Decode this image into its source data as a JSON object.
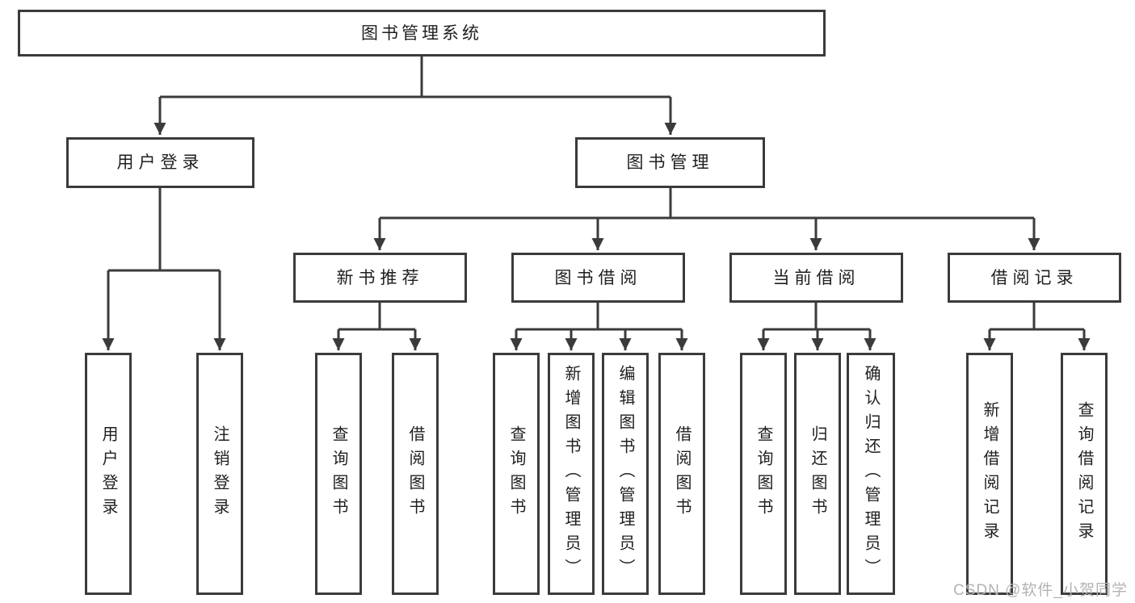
{
  "page": {
    "watermark": "CSDN @软件_小贺同学"
  },
  "colors": {
    "line": "#3b3b3b",
    "text": "#1f1f1f",
    "watermark": "#b3b3b3",
    "background": "#ffffff"
  },
  "tree": {
    "root": {
      "label": "图书管理系统"
    },
    "branches": [
      {
        "label": "用户登录",
        "children": [
          {
            "label": "用户登录"
          },
          {
            "label": "注销登录"
          }
        ]
      },
      {
        "label": "图书管理",
        "children": [
          {
            "label": "新书推荐",
            "children": [
              {
                "label": "查询图书"
              },
              {
                "label": "借阅图书"
              }
            ]
          },
          {
            "label": "图书借阅",
            "children": [
              {
                "label": "查询图书"
              },
              {
                "label": "新增图书（管理员）"
              },
              {
                "label": "编辑图书（管理员）"
              },
              {
                "label": "借阅图书"
              }
            ]
          },
          {
            "label": "当前借阅",
            "children": [
              {
                "label": "查询图书"
              },
              {
                "label": "归还图书"
              },
              {
                "label": "确认归还（管理员）"
              }
            ]
          },
          {
            "label": "借阅记录",
            "children": [
              {
                "label": "新增借阅记录"
              },
              {
                "label": "查询借阅记录"
              }
            ]
          }
        ]
      }
    ]
  }
}
